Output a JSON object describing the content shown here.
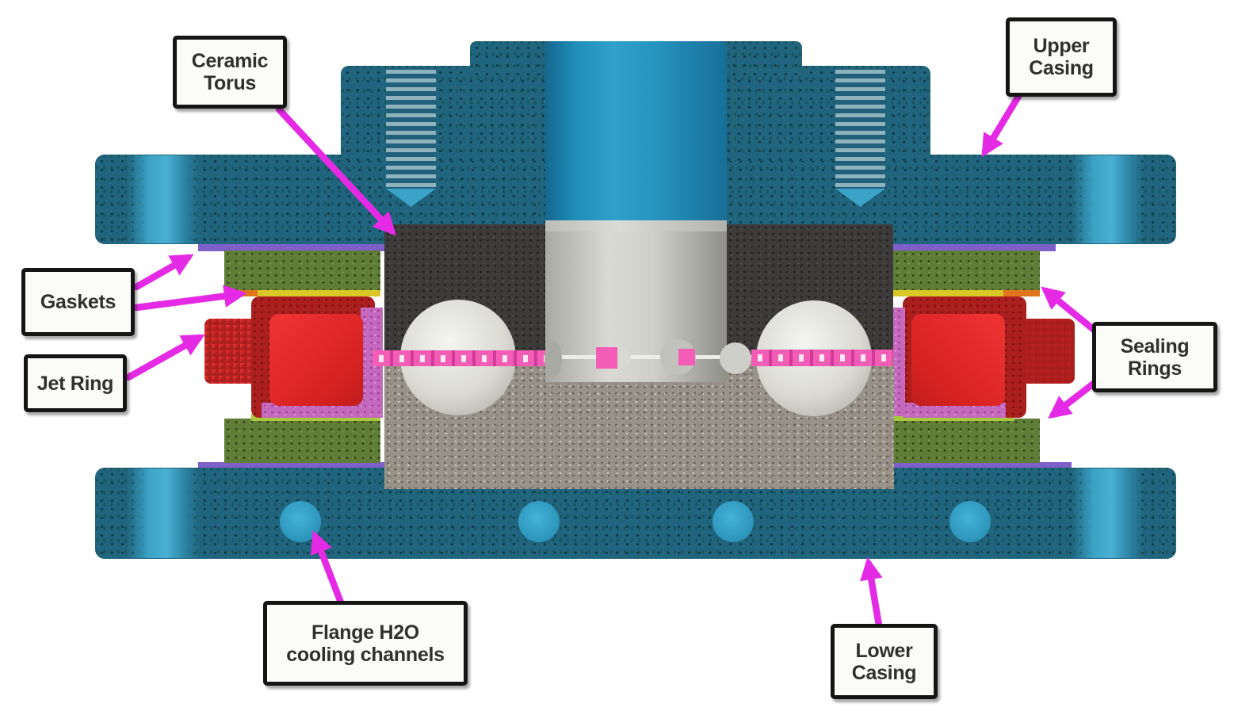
{
  "diagram": {
    "labels": {
      "ceramic_torus": "Ceramic\nTorus",
      "upper_casing": "Upper\nCasing",
      "gaskets": "Gaskets",
      "jet_ring": "Jet Ring",
      "sealing_rings": "Sealing\nRings",
      "flange_h2o": "Flange H2O\ncooling channels",
      "lower_casing": "Lower\nCasing"
    }
  },
  "palette": {
    "bg": "#ffffff",
    "teal": "#20647e",
    "bolttip": "#3ba2c8",
    "green": "#5f7d36",
    "purple": "#7e5ec9",
    "yellow": "#d9c728",
    "orange": "#e0761c",
    "lime": "#a8c93e",
    "reddark": "#ab1f1f",
    "redbright": "#e62b2b",
    "pinkseal": "#c569be",
    "torus": "#3d3b3a",
    "granite": "#989289",
    "jetpink": "#f35db5",
    "jetpinkdark": "#d13a98",
    "arrow": "#e52ae5",
    "labelbg": "#fbfbf8",
    "labelborder": "#151515",
    "labeltext": "#303030"
  }
}
